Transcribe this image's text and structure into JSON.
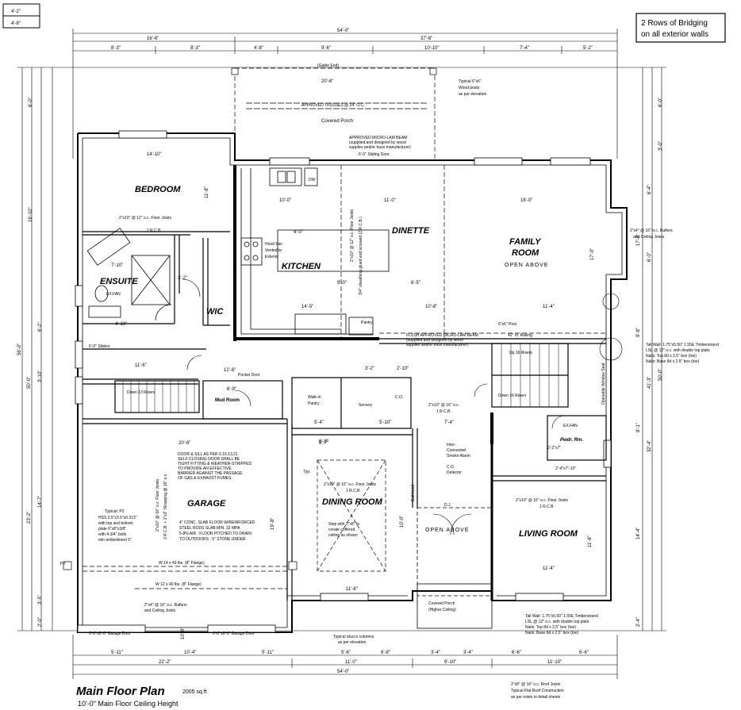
{
  "corner_box": [
    "4'-2\"",
    "4'-8\""
  ],
  "bridging_note": [
    "2 Rows of Bridging",
    "on all exterior walls"
  ],
  "title": "Main Floor Plan",
  "area": "2005 sq.ft",
  "subtitle": "10'-0\" Main Floor Ceiling Height",
  "rooms": {
    "bedroom": "BEDROOM",
    "kitchen": "KITCHEN",
    "dinette": "DINETTE",
    "family_room": "FAMILY",
    "family_room2": "ROOM",
    "ensuite": "ENSUITE",
    "wic": "WIC",
    "garage": "GARAGE",
    "dining_room": "DINING ROOM",
    "living_room": "LIVING ROOM",
    "mud_room": "Mud Room",
    "walkin_pantry1": "Walk-in",
    "walkin_pantry2": "Pantry",
    "servery": "Servery",
    "pantry": "Pantry",
    "pwdr_rm": "Pwdr. Rm.",
    "covered_porch": "Covered Porch",
    "covered_porch_front1": "Covered Porch",
    "covered_porch_front2": "(Higher Ceiling)"
  },
  "open_above": [
    "OPEN ABOVE",
    "OPEN ABOVE"
  ],
  "dims_top_total": "54'-0\"",
  "dims_top_segments": [
    "16'-6\"",
    "37'-6\""
  ],
  "dims_top_detail": [
    "8'-3\"",
    "8'-3\"",
    "4'-8\"",
    "9'-6\"",
    "10'-10\"",
    "7'-4\"",
    "5'-2\""
  ],
  "dims_bottom_total": "54'-0\"",
  "dims_bottom_segments": [
    "22'-2\"",
    "11'-0\"",
    "9'-10\"",
    "11'-10\""
  ],
  "dims_bottom_detail": [
    "5'-11\"",
    "10'-4\"",
    "5'-11\"",
    "5'-6\"",
    "6'-8\"",
    "3'-4\"",
    "3'-4\"",
    "6'-6\"",
    "6'-6\""
  ],
  "dims_left": [
    "6'-0\"",
    "16'-10\"",
    "6'-2\"",
    "56'-0\"",
    "50'-0\"",
    "3'-10\"",
    "14'-7\"",
    "23'-2\"",
    "3'-5\"",
    "2'-0\""
  ],
  "dims_right": [
    "6'-0\"",
    "3'-0\"",
    "6'-4\"",
    "6'-0\"",
    "17'-0\"",
    "9'-8\"",
    "41'-3\"",
    "50'-0\"",
    "32'-4\"",
    "8'-1\"",
    "14'-4\"",
    "2'-4\""
  ],
  "room_dims": {
    "bedroom_w": "14'-10\"",
    "bedroom_h": "11'-8\"",
    "kitchen_w": "10'-0\"",
    "dinette_w": "11'-0\"",
    "family_w": "16'-0\"",
    "family_h": "17'-0\"",
    "kitchen_d1": "4'-0\"",
    "kitchen_d2": "14'-5\"",
    "kitchen_d3": "9'-0\"",
    "kitchen_d4": "6'-5\"",
    "dinette_d1": "10'-8\"",
    "family_d1": "11'-4\"",
    "garage_w": "20'-6\"",
    "garage_h": "19'-8\"",
    "dining_w": "11'-8\"",
    "dining_d1": "6'-7\"",
    "dining_d2": "10'-0\"",
    "living_w": "11'-4\"",
    "living_h": "11'-8\"",
    "hall_w": "11'-6\"",
    "ensuite_w": "7'-10\"",
    "ensuite_d": "3'-2\"",
    "ensuite_d2": "4'-10\"",
    "porch_w": "20'-6\"",
    "mud_d": "12'-6\"",
    "mud_d2": "6'-9\"",
    "mud_d3": "6'-8\"",
    "servery_d": "5'-10\"",
    "servery_d2": "5'-4\"",
    "servery_d3": "7'-4\"",
    "d_3_2": "3'-2\"",
    "d_2_10": "2'-10\"",
    "powder_d1": "2'-2\"x7\"",
    "powder_d2": "2'-4\"x7\"-10\"",
    "living_d1": "42\" ht. Railing",
    "w1": "10'-0\""
  },
  "notes": {
    "gable_end": "(Gable End)",
    "trusses": "APPROVED TRUSSES @ 24\" O.C.",
    "wood_posts": [
      "Typical 6\"x6\"",
      "Wood posts",
      "as per elevation"
    ],
    "micro_lam_top": [
      "APPROVED MICRO-LAM BEAM",
      "(supplied and designed by wood",
      "supplier and/or truss manufacturer)"
    ],
    "sliding_door": "6'-0\" Sliding Door",
    "floor_joists_bedroom": "2\"x10\" @ 12\" o.c. Floor Joists",
    "rcb_bedroom": "2 R.C.B.",
    "hood_fan": [
      "Hood Fan",
      "Vented to",
      "Exterior"
    ],
    "rafters_right": [
      "2\"x4\" @ 16\" o.c. Rafters",
      "and Ceiling Joists"
    ],
    "flush_beam": [
      "FLUSH APPROVED MICRO-LAM BEAM",
      "(supplied and designed by wood",
      "supplier and/or truss manufacturer)"
    ],
    "post": "6\"x6\" Post",
    "tall_wall_top": [
      "Tall Wall: 1.75\"x5.50\" 1.55E Timberstrand",
      "LSL @ 12\" o.c. with double top plate",
      "Nails: Top 8d x 2.5\" box (toe)",
      "Nails: Base 8d x 2.5\" box (toe)"
    ],
    "tall_wall_bottom": [
      "Tall Wall: 1.75\"x5.50\" 1.55E Timberstrand",
      "LSL @ 12\" o.c. with double top plate",
      "Nails: Top 8d x 2.5\" box (toe)",
      "Nails: Base 8d x 2.5\" box (toe)"
    ],
    "up_risers": "Up 16 Risers",
    "down_risers_r": "Down 16 Risers",
    "down_risers_l": "Down 13 Risers",
    "sliders": "6'-0\" Sliders",
    "pocket_door": "Pocket Door",
    "door_sill": [
      "DOOR & SILL AS PER 9.10.13.21",
      "SELF-CLOSING DOOR SHALL BE",
      "TIGHT FITTING & WEATHER-STRIPPED",
      "TO PROVIDE AN EFFECTIVE",
      "BARRIER AGAINST THE PASSAGE",
      "OF GAS & EXHAUST FUMES."
    ],
    "slab": [
      "4\" CONC. SLAB FLOOR W/REINFORCED",
      "STEEL RODS SLAB MIN. 32 MPA",
      "5-8% AIR : FLOOR PITCHED TO DRAIN",
      "TO OUTDOORS : 5\" STONE UNDER"
    ],
    "hss": [
      "Typical: P2",
      "HSS 3.5\"x3.5\"x0.313\"",
      "with top and bottom",
      "plate 6\"x8\"x3/8\"",
      "with 4-3/4\" bolts",
      "min embedment 5\""
    ],
    "w14": "W 14 x 43 lbs. (8\" Flange)",
    "w12": "W 12 x 40 lbs. (8\" Flange)",
    "rafters_garage": [
      "2\"x4\" @ 16\" o.c. Rafters",
      "and Ceiling Joists"
    ],
    "garage_door_1": "9'-0\"x8'-0\" Garage Door",
    "garage_door_2": "9'-0\"x8'-0\" Garage Door",
    "floor_joists_dining": "2\"x10\" @ 16\" o.c. Floor Joists",
    "rcb_dining": "1 R.C.B.",
    "step_ceiling": [
      "Step with 2\"x8\" to",
      "create coffered",
      "ceiling as shown"
    ],
    "floor_joists_living": "2\"x10\" @ 16\" o.c. Floor Joists",
    "rcb_living": "1 R.C.B.",
    "floor_joists_mid": "2\"x10\" @ 16\" o.c.",
    "rcb_mid": "1 R.C.B.",
    "smoke_alarm": [
      "Inter-",
      "Connected",
      "Smoke Alarm"
    ],
    "co_detector": [
      "C.O.",
      "Detector"
    ],
    "stucco": [
      "Typical stucco columns",
      "as per elevation"
    ],
    "roof_joists": [
      "2\"x8\" @ 16\" o.c. Roof Joists",
      "Typical Flat Roof Construction",
      "as per notes in detail sheets"
    ],
    "exfan": "EX.FAN",
    "exfan2": "EX.FAN",
    "bulkhead": "Bulkhead",
    "dj": "D.J.",
    "typ": "Typ.",
    "openable_window": "Openable Window Seat",
    "sheathing": "3/4\" sheathing glued and screwed (2 R.C.B.)",
    "kitchen_joists": "2\"x10\" @ 12\" o.c. Floor Joists",
    "garage_joists": [
      "2\"x10\" @ 16\" o.c. Floor Joists",
      "2 R.C.B. + 1\"x3\" Strapping @ 16\" o.c."
    ],
    "p2": "P2",
    "co_label": "C.O.",
    "vent": "DW"
  }
}
